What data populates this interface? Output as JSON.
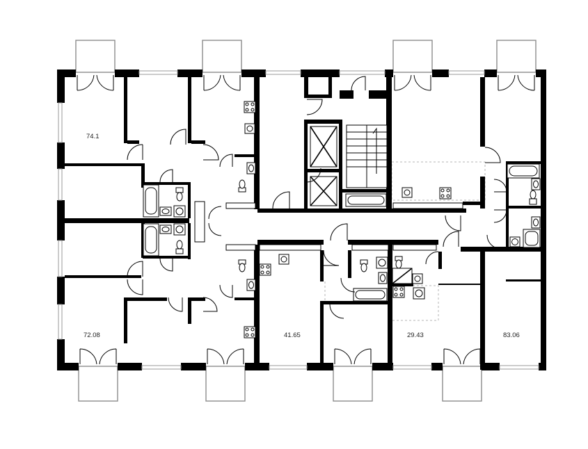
{
  "floor_plan": {
    "apartments": [
      {
        "id": "apt-top-left",
        "area": "74.1"
      },
      {
        "id": "apt-bottom-left",
        "area": "72.08"
      },
      {
        "id": "apt-bottom-center",
        "area": "41.65"
      },
      {
        "id": "apt-bottom-center-right",
        "area": "29.43"
      },
      {
        "id": "apt-bottom-right",
        "area": "83.06"
      }
    ],
    "colors": {
      "walls": "#000000",
      "balcony_outline": "#8c8c8c",
      "window_glass": "#9a9a9a",
      "zone_dash": "#b5b5b5",
      "background": "#ffffff"
    }
  }
}
